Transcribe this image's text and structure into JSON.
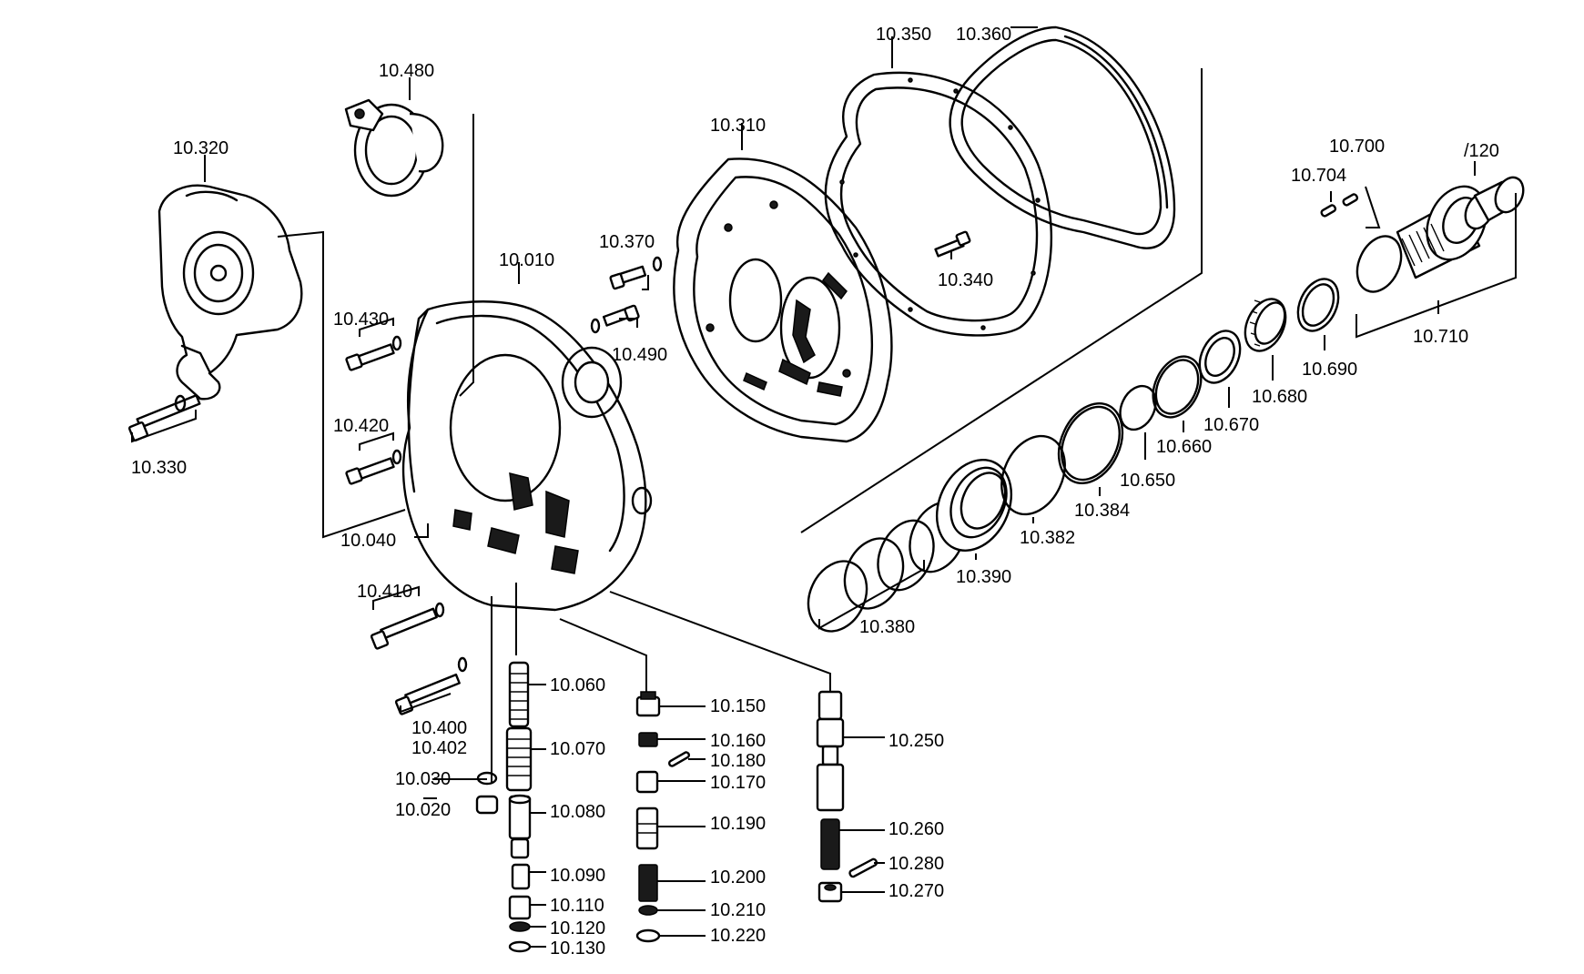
{
  "labels": {
    "l10350": "10.350",
    "l10360": "10.360",
    "l10480": "10.480",
    "l10310": "10.310",
    "l10700": "10.700",
    "l120": "/120",
    "l10320": "10.320",
    "l10704": "10.704",
    "l10010": "10.010",
    "l10370": "10.370",
    "l10340": "10.340",
    "l10430": "10.430",
    "l10490": "10.490",
    "l10710": "10.710",
    "l10680": "10.680",
    "l10690": "10.690",
    "l10420": "10.420",
    "l10670": "10.670",
    "l10660": "10.660",
    "l10330": "10.330",
    "l10650": "10.650",
    "l10384": "10.384",
    "l10040": "10.040",
    "l10382": "10.382",
    "l10390": "10.390",
    "l10410": "10.410",
    "l10380": "10.380",
    "l10060": "10.060",
    "l10150": "10.150",
    "l10400": "10.400",
    "l10402": "10.402",
    "l10250": "10.250",
    "l10160": "10.160",
    "l10070": "10.070",
    "l10180": "10.180",
    "l10030": "10.030",
    "l10170": "10.170",
    "l10020": "10.020",
    "l10080": "10.080",
    "l10190": "10.190",
    "l10260": "10.260",
    "l10280": "10.280",
    "l10200": "10.200",
    "l10090": "10.090",
    "l10270": "10.270",
    "l10110": "10.110",
    "l10210": "10.210",
    "l10120": "10.120",
    "l10220": "10.220",
    "l10130": "10.130"
  }
}
